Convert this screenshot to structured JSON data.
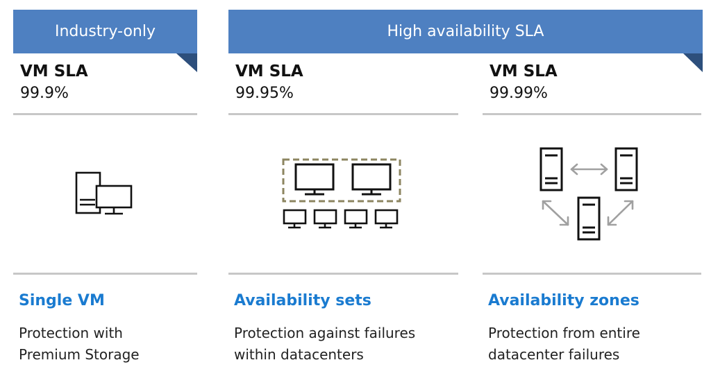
{
  "banners": {
    "industry": {
      "label": "Industry-only",
      "color": "#4e80c1",
      "fold_color": "#2d4f7c"
    },
    "ha": {
      "label": "High availability SLA",
      "color": "#4e80c1",
      "fold_color": "#2d4f7c"
    }
  },
  "columns": [
    {
      "sla_title": "VM SLA",
      "sla_value": "99.9%",
      "option_title": "Single VM",
      "desc_line1": "Protection with",
      "desc_line2": "Premium Storage",
      "icon": "single-vm-icon"
    },
    {
      "sla_title": "VM SLA",
      "sla_value": "99.95%",
      "option_title": "Availability sets",
      "desc_line1": "Protection against failures",
      "desc_line2": "within datacenters",
      "icon": "availability-sets-icon"
    },
    {
      "sla_title": "VM SLA",
      "sla_value": "99.99%",
      "option_title": "Availability zones",
      "desc_line1": "Protection from entire",
      "desc_line2": "datacenter failures",
      "icon": "availability-zones-icon"
    }
  ],
  "colors": {
    "title_blue": "#1a7bd0",
    "rule_gray": "#c7c7c7",
    "dashed_box": "#8c8560",
    "arrow_gray": "#a0a0a0"
  }
}
